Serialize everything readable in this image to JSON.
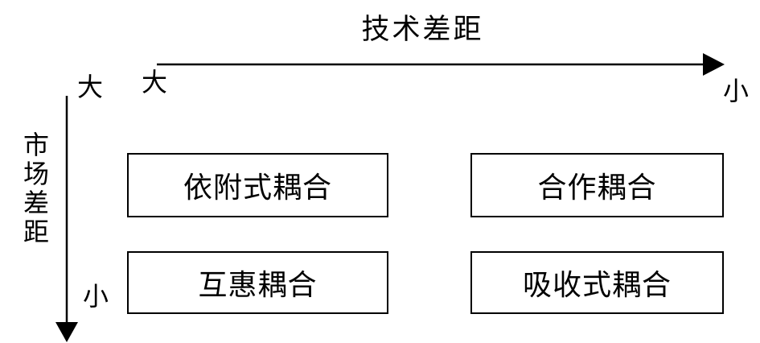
{
  "diagram": {
    "x_axis": {
      "title": "技术差距",
      "start_label": "大",
      "end_label": "小"
    },
    "y_axis": {
      "title": "市场差距",
      "start_label": "大",
      "end_label": "小"
    },
    "quadrants": [
      {
        "position": "top-left",
        "label": "依附式耦合"
      },
      {
        "position": "top-right",
        "label": "合作耦合"
      },
      {
        "position": "bottom-left",
        "label": "互惠耦合"
      },
      {
        "position": "bottom-right",
        "label": "吸收式耦合"
      }
    ],
    "colors": {
      "stroke": "#000000",
      "background": "#ffffff"
    }
  }
}
